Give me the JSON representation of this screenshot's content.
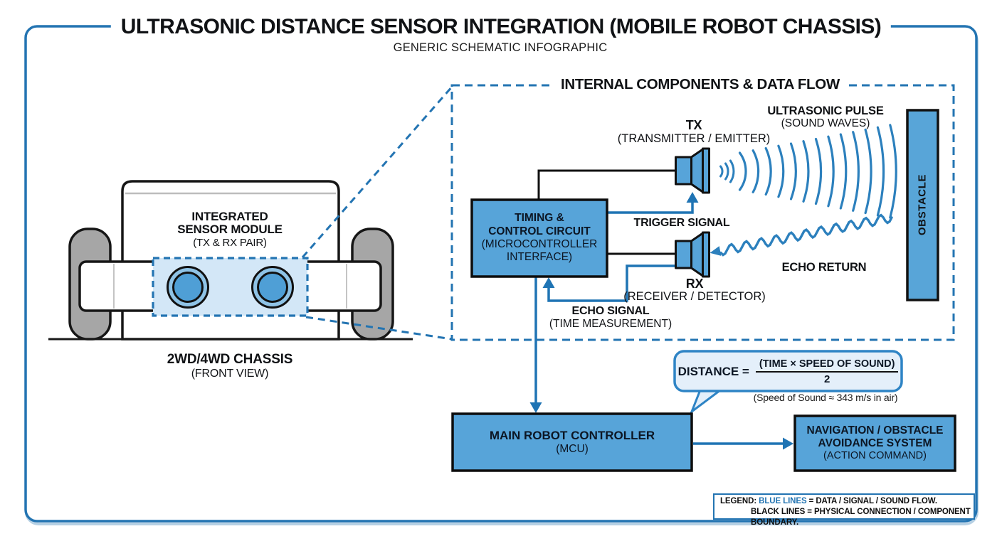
{
  "title": "ULTRASONIC DISTANCE SENSOR INTEGRATION (MOBILE ROBOT CHASSIS)",
  "subtitle": "GENERIC SCHEMATIC INFOGRAPHIC",
  "chassis": {
    "module_label_1": "INTEGRATED",
    "module_label_2": "SENSOR MODULE",
    "module_label_3": "(TX & RX PAIR)",
    "caption_1": "2WD/4WD CHASSIS",
    "caption_2": "(FRONT VIEW)"
  },
  "internal": {
    "title": "INTERNAL COMPONENTS & DATA FLOW",
    "timing_box": {
      "line1": "TIMING &",
      "line2": "CONTROL CIRCUIT",
      "line3": "(MICROCONTROLLER",
      "line4": "INTERFACE)"
    },
    "tx": {
      "name": "TX",
      "desc": "(TRANSMITTER / EMITTER)"
    },
    "rx": {
      "name": "RX",
      "desc": "(RECEIVER / DETECTOR)"
    },
    "trigger_label": "TRIGGER SIGNAL",
    "echo_signal_1": "ECHO SIGNAL",
    "echo_signal_2": "(TIME MEASUREMENT)",
    "pulse_1": "ULTRASONIC PULSE",
    "pulse_2": "(SOUND WAVES)",
    "echo_return": "ECHO RETURN",
    "obstacle": "OBSTACLE"
  },
  "formula": {
    "lhs": "DISTANCE =",
    "numerator": "(TIME × SPEED OF SOUND)",
    "denominator": "2",
    "note": "(Speed of Sound ≈ 343 m/s in air)"
  },
  "bottom": {
    "controller_1": "MAIN ROBOT CONTROLLER",
    "controller_2": "(MCU)",
    "nav_1": "NAVIGATION / OBSTACLE",
    "nav_2": "AVOIDANCE SYSTEM",
    "nav_3": "(ACTION COMMAND)"
  },
  "legend": {
    "prefix": "LEGEND: ",
    "blue_term": "BLUE LINES",
    "blue_rest": " = DATA / SIGNAL / SOUND FLOW.",
    "black_line": "BLACK LINES = PHYSICAL CONNECTION / COMPONENT BOUNDARY."
  },
  "colors": {
    "accent_blue": "#2374b2",
    "component_fill": "#58a5d8",
    "bubble_fill": "#e4effa",
    "wheel_gray": "#a6a6a6"
  }
}
